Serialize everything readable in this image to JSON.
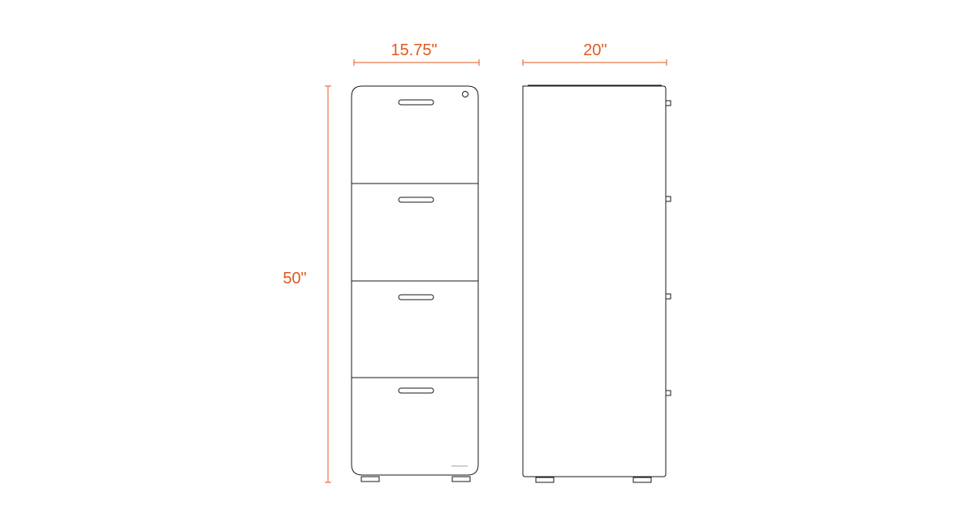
{
  "colors": {
    "dimension": "#e05a1f",
    "outline": "#1a1a1a",
    "background": "#ffffff"
  },
  "dimensions": {
    "width_label": "15.75\"",
    "depth_label": "20\"",
    "height_label": "50\""
  },
  "front_view": {
    "drawer_count": 4
  },
  "side_view": {
    "handle_count": 4
  }
}
